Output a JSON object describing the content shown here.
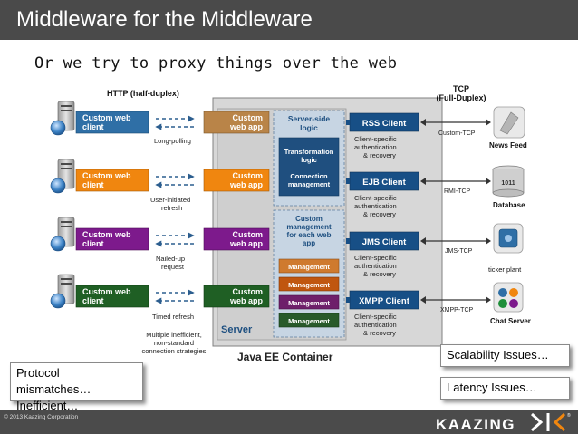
{
  "title": "Middleware for the Middleware",
  "subtitle": "Or we try to proxy things over the web",
  "diagram": {
    "http_label": "HTTP (half-duplex)",
    "tcp_label_1": "TCP",
    "tcp_label_2": "(Full-Duplex)",
    "client_line1": "Custom web",
    "client_line2": "client",
    "app_line1": "Custom",
    "app_line2": "web app",
    "strategies": [
      [
        "Long-polling"
      ],
      [
        "User-initiated",
        "refresh"
      ],
      [
        "Nailed-up",
        "request"
      ],
      [
        "Timed refresh"
      ]
    ],
    "multiple_note": [
      "Multiple inefficient,",
      "non-standard",
      "connection strategies"
    ],
    "server_side_logic": [
      "Server-side",
      "logic"
    ],
    "transformation_logic": [
      "Transformation",
      "logic"
    ],
    "connection_management": [
      "Connection",
      "management"
    ],
    "custom_management": [
      "Custom",
      "management",
      "for each web",
      "app"
    ],
    "management_label": "Management",
    "server_label": "Server",
    "container_label": "Java EE Container",
    "clients": [
      "RSS Client",
      "EJB Client",
      "JMS Client",
      "XMPP Client"
    ],
    "client_specific": [
      "Client-specific",
      "authentication",
      "& recovery"
    ],
    "protocols": [
      "Custom-TCP",
      "RMI-TCP",
      "JMS-TCP",
      "XMPP-TCP"
    ],
    "destinations": [
      "News Feed",
      "Database",
      "ticker plant",
      "Chat Server"
    ],
    "db_label": "1011"
  },
  "callouts": {
    "left_line1": "Protocol mismatches…",
    "left_line2": "Inefficient…",
    "right1": "Scalability  Issues…",
    "right2": "Latency Issues…"
  },
  "footer": {
    "copyright": "© 2013 Kaazing Corporation",
    "logo": "KAAZING"
  },
  "colors": {
    "title_bar": "#4a4a4a",
    "row_blue": "#2f6fa6",
    "row_orange": "#f0860f",
    "row_purple": "#7d1a8c",
    "row_green": "#1f5f24",
    "app_brown": "#b98448",
    "dark_blue": "#174f86",
    "management_orange": "#cf7a2e",
    "management_dark_orange": "#c0560f",
    "management_purple": "#6e1f6a",
    "management_green": "#285a2a"
  }
}
